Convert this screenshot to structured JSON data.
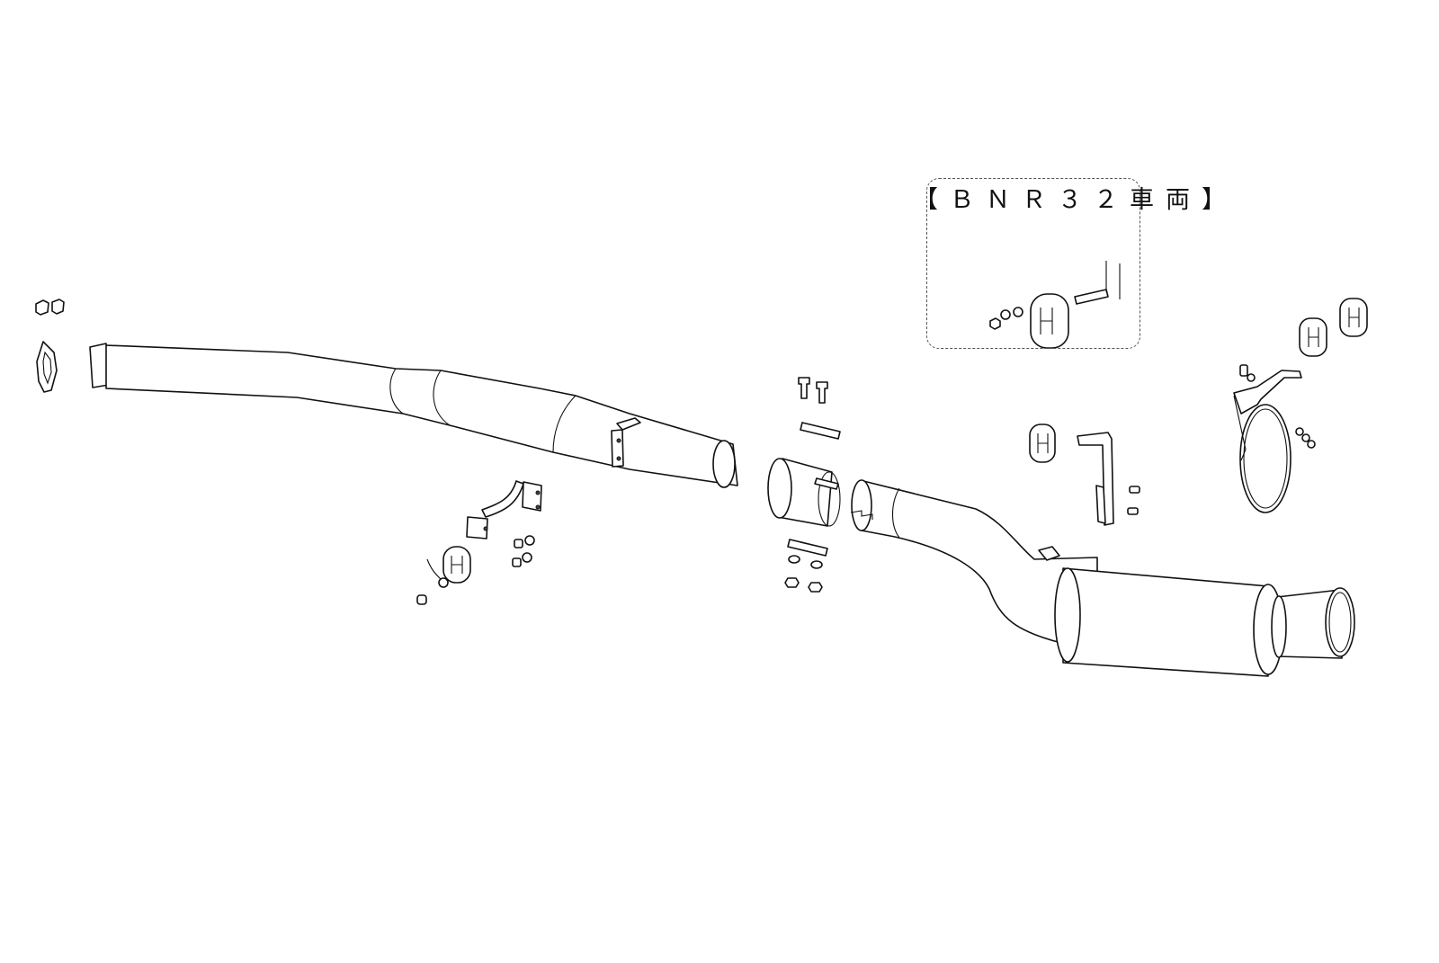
{
  "diagram": {
    "type": "exploded-parts-diagram",
    "subject": "exhaust system",
    "inset": {
      "label": "【ＢＮＲ３２車両】",
      "parts": [
        "nut",
        "lock-washer",
        "flat-washer",
        "rubber-hanger",
        "threaded-stud-bracket"
      ]
    },
    "parts": [
      {
        "id": "flange-nuts",
        "description": "two flange nuts"
      },
      {
        "id": "gasket",
        "description": "flange gasket"
      },
      {
        "id": "front-pipe",
        "description": "front pipe with flange, center resonator and slip-joint outlet"
      },
      {
        "id": "center-hanger-bracket",
        "description": "center hanger bracket with bolts and washers"
      },
      {
        "id": "rubber-hanger-center",
        "description": "rubber hanger with bolt and ground strap"
      },
      {
        "id": "joint-bolts",
        "description": "two hex bolts"
      },
      {
        "id": "clamp-plates",
        "description": "two clamp plates"
      },
      {
        "id": "band-clamp",
        "description": "slip-joint band clamp"
      },
      {
        "id": "joint-nuts",
        "description": "washers and nuts"
      },
      {
        "id": "rear-pipe-muffler",
        "description": "rear pipe with main muffler and tail tip"
      },
      {
        "id": "rear-hanger-rod",
        "description": "L hanger rod with bolts"
      },
      {
        "id": "rubber-hanger-rear",
        "description": "rubber hangers"
      },
      {
        "id": "tail-band-hanger",
        "description": "muffler band hanger with bolt and nuts"
      }
    ]
  }
}
